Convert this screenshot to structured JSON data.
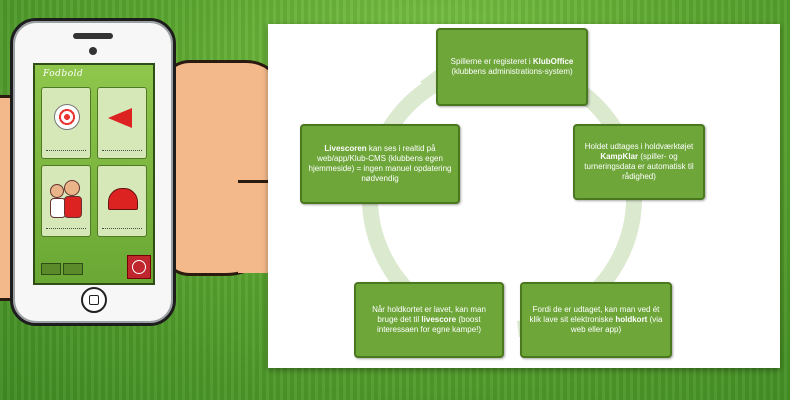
{
  "phone": {
    "screen_title": "Fodbold",
    "tiles": [
      "ball-icon",
      "megaphone-icon",
      "people-icon",
      "basket-icon"
    ]
  },
  "diagram": {
    "nodes": [
      {
        "id": "top",
        "pre": "Spillerne er registeret i ",
        "bold": "KlubOffice",
        "post": " (klubbens administrations-system)"
      },
      {
        "id": "right",
        "pre": "Holdet udtages i holdværktøjet ",
        "bold": "KampKlar",
        "post": " (spiller- og turneringsdata er automatisk til rådighed)"
      },
      {
        "id": "bottom-right",
        "pre": "Fordi de er udtaget, kan man ved ét klik lave sit elektroniske ",
        "bold": "holdkort",
        "post": " (via web eller app)"
      },
      {
        "id": "bottom-left",
        "pre": "Når holdkortet er lavet, kan man bruge det til ",
        "bold": "livescore",
        "post": " (boost interessaen for egne kampe!)"
      },
      {
        "id": "left",
        "pre": "",
        "bold": "Livescoren",
        "post": " kan ses i realtid på web/app/Klub-CMS (klubbens egen hjemmeside) = ingen manuel opdatering nødvendig"
      }
    ],
    "colors": {
      "box": "#6ea63a",
      "border": "#49781f",
      "ring": "#dbe9cf"
    }
  }
}
